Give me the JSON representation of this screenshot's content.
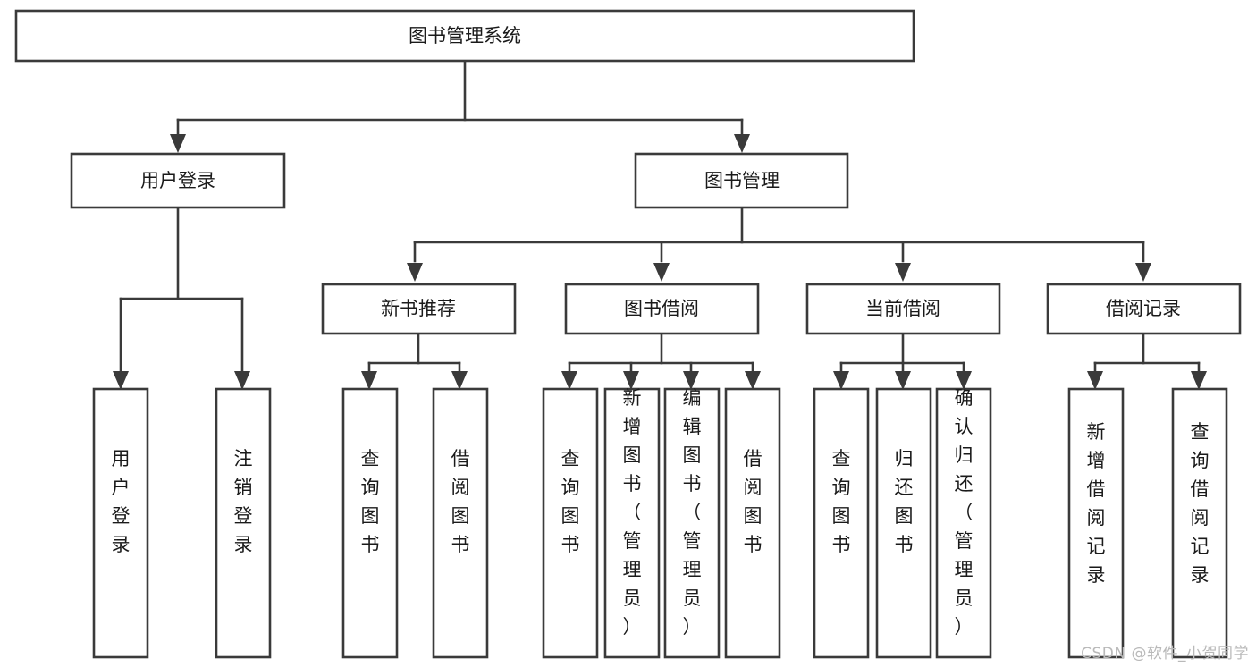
{
  "diagram": {
    "type": "tree",
    "title": "图书管理系统",
    "watermark": "CSDN @软件_小贺同学",
    "colors": {
      "stroke": "#3a3a3a",
      "box_fill": "#ffffff",
      "text": "#1a1a1a",
      "watermark": "#b9b9b9",
      "background": "#ffffff"
    },
    "nodes": {
      "root": {
        "label": "图书管理系统",
        "level": 0,
        "orientation": "horizontal"
      },
      "l1_0": {
        "label": "用户登录",
        "level": 1,
        "orientation": "horizontal"
      },
      "l1_1": {
        "label": "图书管理",
        "level": 1,
        "orientation": "horizontal"
      },
      "l2_0": {
        "label": "新书推荐",
        "level": 2,
        "orientation": "horizontal"
      },
      "l2_1": {
        "label": "图书借阅",
        "level": 2,
        "orientation": "horizontal"
      },
      "l2_2": {
        "label": "当前借阅",
        "level": 2,
        "orientation": "horizontal"
      },
      "l2_3": {
        "label": "借阅记录",
        "level": 2,
        "orientation": "horizontal"
      },
      "leaf_0": {
        "label": "用户登录",
        "level": 3,
        "orientation": "vertical"
      },
      "leaf_1": {
        "label": "注销登录",
        "level": 3,
        "orientation": "vertical"
      },
      "leaf_2": {
        "label": "查询图书",
        "level": 3,
        "orientation": "vertical"
      },
      "leaf_3": {
        "label": "借阅图书",
        "level": 3,
        "orientation": "vertical"
      },
      "leaf_4": {
        "label": "查询图书",
        "level": 3,
        "orientation": "vertical"
      },
      "leaf_5": {
        "label": "新增图书（管理员）",
        "level": 3,
        "orientation": "vertical"
      },
      "leaf_6": {
        "label": "编辑图书（管理员）",
        "level": 3,
        "orientation": "vertical"
      },
      "leaf_7": {
        "label": "借阅图书",
        "level": 3,
        "orientation": "vertical"
      },
      "leaf_8": {
        "label": "查询图书",
        "level": 3,
        "orientation": "vertical"
      },
      "leaf_9": {
        "label": "归还图书",
        "level": 3,
        "orientation": "vertical"
      },
      "leaf_10": {
        "label": "确认归还（管理员）",
        "level": 3,
        "orientation": "vertical"
      },
      "leaf_11": {
        "label": "新增借阅记录",
        "level": 3,
        "orientation": "vertical"
      },
      "leaf_12": {
        "label": "查询借阅记录",
        "level": 3,
        "orientation": "vertical"
      }
    },
    "edges": [
      {
        "from": "root",
        "to": "l1_0"
      },
      {
        "from": "root",
        "to": "l1_1"
      },
      {
        "from": "l1_0",
        "to": "leaf_0"
      },
      {
        "from": "l1_0",
        "to": "leaf_1"
      },
      {
        "from": "l1_1",
        "to": "l2_0"
      },
      {
        "from": "l1_1",
        "to": "l2_1"
      },
      {
        "from": "l1_1",
        "to": "l2_2"
      },
      {
        "from": "l1_1",
        "to": "l2_3"
      },
      {
        "from": "l2_0",
        "to": "leaf_2"
      },
      {
        "from": "l2_0",
        "to": "leaf_3"
      },
      {
        "from": "l2_1",
        "to": "leaf_4"
      },
      {
        "from": "l2_1",
        "to": "leaf_5"
      },
      {
        "from": "l2_1",
        "to": "leaf_6"
      },
      {
        "from": "l2_1",
        "to": "leaf_7"
      },
      {
        "from": "l2_2",
        "to": "leaf_8"
      },
      {
        "from": "l2_2",
        "to": "leaf_9"
      },
      {
        "from": "l2_2",
        "to": "leaf_10"
      },
      {
        "from": "l2_3",
        "to": "leaf_11"
      },
      {
        "from": "l2_3",
        "to": "leaf_12"
      }
    ]
  }
}
